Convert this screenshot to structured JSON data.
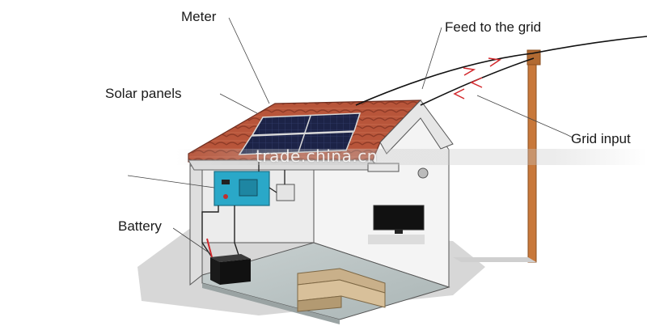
{
  "labels": {
    "meter": "Meter",
    "feed_to_grid": "Feed to the grid",
    "solar_panels": "Solar panels",
    "grid_input": "Grid input",
    "battery": "Battery"
  },
  "watermark": "trade.china.cn",
  "colors": {
    "roof_tile": "#b8553a",
    "solar_panel": "#1c2347",
    "inverter": "#2aa8c8",
    "pole": "#c8783a",
    "arrow": "#d2282c",
    "sofa": "#c9b08a",
    "wall": "#f2f2f2",
    "floor": "#bcc6c6"
  }
}
